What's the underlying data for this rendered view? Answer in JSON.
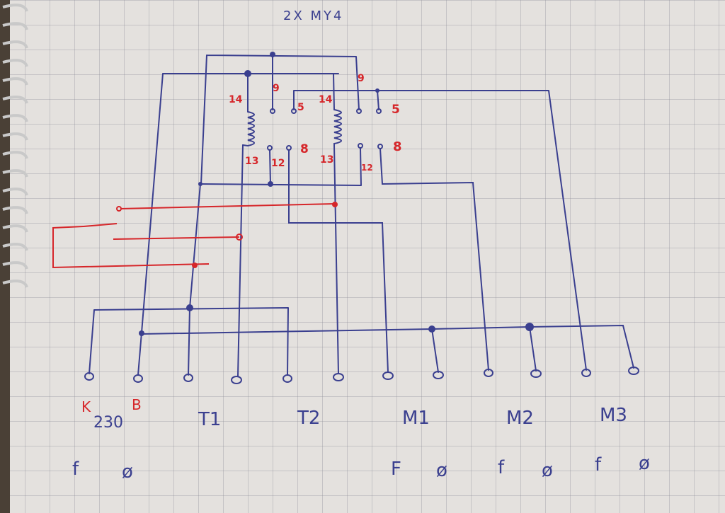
{
  "title": "2X MY4",
  "relay_labels": {
    "r1_14": "14",
    "r1_9": "9",
    "r1_5": "5",
    "r1_13": "13",
    "r1_12": "12",
    "r1_8": "8",
    "r2_14": "14",
    "r2_9": "9",
    "r2_5": "5",
    "r2_13": "13",
    "r2_12": "12",
    "r2_8": "8"
  },
  "terminal_marks": {
    "k": "K",
    "b": "B"
  },
  "groups": [
    "230",
    "T1",
    "T2",
    "M1",
    "M2",
    "M3"
  ],
  "bottom_marks": [
    "f",
    "ø",
    "F",
    "ø",
    "f",
    "ø",
    "f",
    "ø"
  ],
  "colors": {
    "ink": "#3a3f8f",
    "red_ink": "#d6262a",
    "paper": "#e4e1de"
  }
}
